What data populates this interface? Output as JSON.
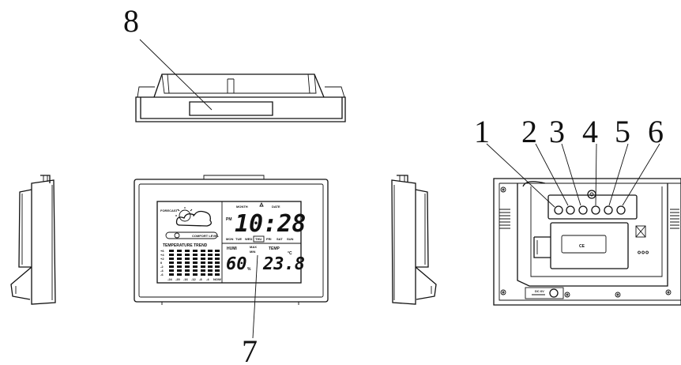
{
  "callouts": {
    "n1": "1",
    "n2": "2",
    "n3": "3",
    "n4": "4",
    "n5": "5",
    "n6": "6",
    "n7": "7",
    "n8": "8"
  },
  "display": {
    "forecast": "FORECAST",
    "comfort": "COMFORT LEVEL",
    "trend": "TEMPERATURE TREND",
    "month": "MONTH",
    "date": "DATE",
    "pm": "PM",
    "time": "10:28",
    "days": [
      "MON",
      "TUE",
      "WED",
      "THU",
      "FRI",
      "SAT",
      "SUN"
    ],
    "humi_label": "HUMI",
    "max": "MAX",
    "min": "MIN",
    "temp_label": "TEMP",
    "humidity": "60",
    "percent": "%",
    "temperature": "23.8",
    "unit": "°C"
  },
  "rear": {
    "ce": "CE",
    "dc": "DC 6V"
  },
  "trend_axis": [
    "+6",
    "+4",
    "+2",
    "0",
    "-2",
    "-4",
    "-6"
  ],
  "trend_hours": [
    "-24",
    "-20",
    "-16",
    "-12",
    "-8",
    "-4",
    "NOW"
  ]
}
